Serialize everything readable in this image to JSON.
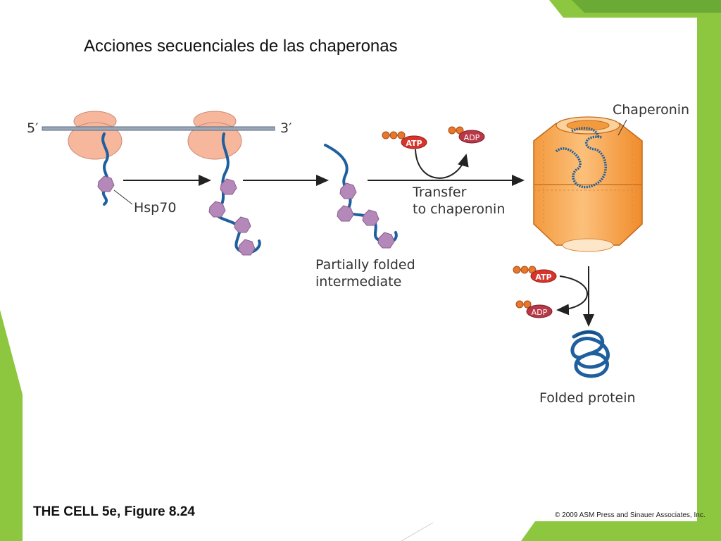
{
  "slide_title": "Acciones secuenciales de las chaperonas",
  "figure": {
    "mrna_5prime": "5′",
    "mrna_3prime": "3′",
    "hsp70_label": "Hsp70",
    "partially_folded_line1": "Partially folded",
    "partially_folded_line2": "intermediate",
    "transfer_line1": "Transfer",
    "transfer_line2": "to chaperonin",
    "chaperonin_label": "Chaperonin",
    "atp_label": "ATP",
    "adp_label": "ADP",
    "folded_protein_label": "Folded protein"
  },
  "caption_text": "THE CELL 5e, Figure 8.24",
  "copyright_text": "© 2009 ASM Press and Sinauer Associates, Inc.",
  "colors": {
    "accent_green": "#8dc63f",
    "dark_green": "#5aa02c",
    "ribosome": "#f6b79d",
    "chain": "#1f5f9e",
    "hsp70": "#b488b8",
    "chaperonin": "#f7a85a",
    "atp": "#d9342b",
    "adp": "#b83848",
    "phosphate": "#e8772e"
  }
}
